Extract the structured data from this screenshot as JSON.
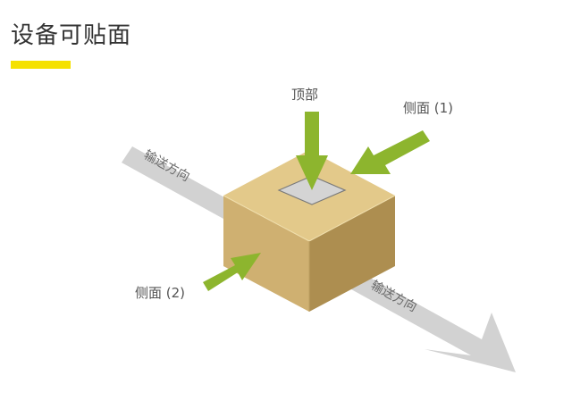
{
  "title": "设备可贴面",
  "labels": {
    "top": "顶部",
    "side1": "侧面 (1)",
    "side2": "侧面 (2)",
    "conveyor_upper": "输送方向",
    "conveyor_lower": "输送方向"
  },
  "colors": {
    "accent_yellow": "#f5e100",
    "arrow_green": "#8db52e",
    "conveyor_gray": "#d2d2d2",
    "box_top": "#e3c98a",
    "box_front": "#cfb071",
    "box_right": "#ad8e50",
    "label_area": "#d4d4d4"
  }
}
